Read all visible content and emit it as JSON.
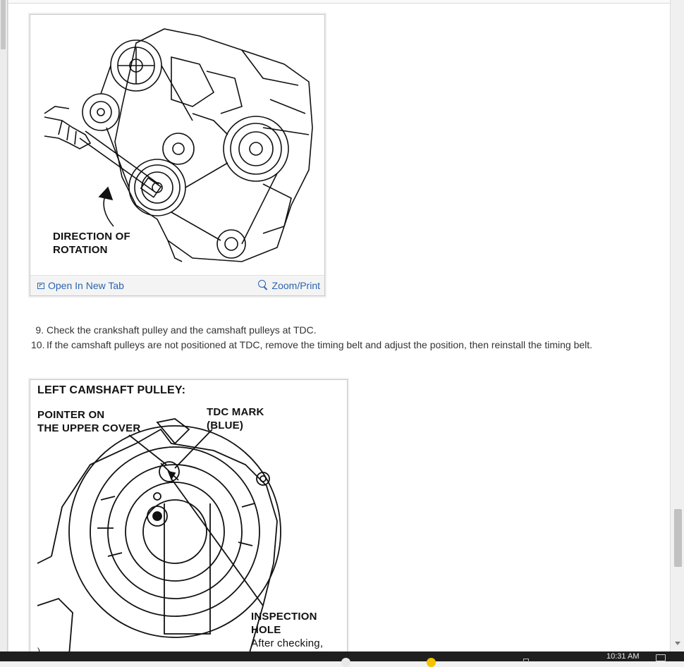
{
  "figures": [
    {
      "caption": "DIRECTION OF\nROTATION",
      "open_label": "Open In New Tab",
      "zoom_label": "Zoom/Print"
    },
    {
      "caption_title": "LEFT CAMSHAFT PULLEY:",
      "caption_pointer": "POINTER ON\nTHE UPPER COVER",
      "caption_tdc": "TDC MARK\n(BLUE)",
      "caption_hole": "INSPECTION\nHOLE",
      "caption_after": "After checking,"
    }
  ],
  "steps": [
    {
      "number": "9.",
      "text": "Check the crankshaft pulley and the camshaft pulleys at TDC."
    },
    {
      "number": "10.",
      "text": "If the camshaft pulleys are not positioned at TDC, remove the timing belt and adjust the position, then reinstall the timing belt."
    }
  ],
  "taskbar": {
    "clock": "10:31 AM"
  },
  "icons": {
    "open_new_tab": "open-new-tab-icon",
    "zoom": "magnifier-icon"
  },
  "colors": {
    "link": "#2a64b0",
    "taskbar": "#1f1f1f"
  }
}
